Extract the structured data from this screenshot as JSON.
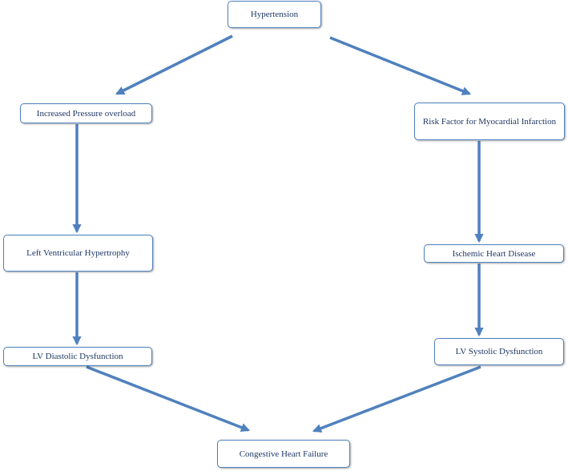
{
  "diagram": {
    "nodes": {
      "hypertension": "Hypertension",
      "pressure_overload": "Increased Pressure overload",
      "risk_factor": "Risk Factor for Myocardial Infarction",
      "lvh": "Left Ventricular Hypertrophy",
      "ihd": "Ischemic Heart Disease",
      "diastolic": "LV Diastolic Dysfunction",
      "systolic": "LV Systolic Dysfunction",
      "chf": "Congestive Heart Failure"
    },
    "edges": [
      [
        "hypertension",
        "pressure_overload"
      ],
      [
        "hypertension",
        "risk_factor"
      ],
      [
        "pressure_overload",
        "lvh"
      ],
      [
        "lvh",
        "diastolic"
      ],
      [
        "risk_factor",
        "ihd"
      ],
      [
        "ihd",
        "systolic"
      ],
      [
        "diastolic",
        "chf"
      ],
      [
        "systolic",
        "chf"
      ]
    ],
    "colors": {
      "arrow": "#4f81bd",
      "box_border": "#4f81bd",
      "text": "#1f3864"
    }
  }
}
